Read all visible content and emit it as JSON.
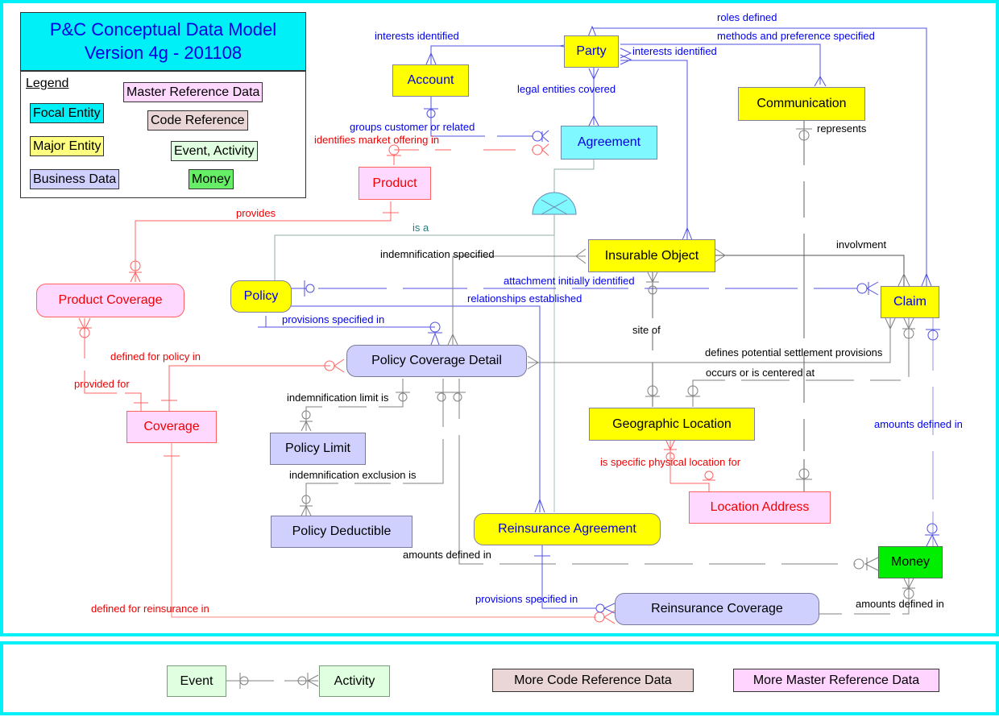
{
  "title": {
    "line1": "P&C Conceptual Data Model",
    "line2": "Version 4g - 201108"
  },
  "legend": {
    "heading": "Legend",
    "items": [
      {
        "label": "Focal Entity",
        "color": "#00f0f8"
      },
      {
        "label": "Major Entity",
        "color": "#ffff80"
      },
      {
        "label": "Business Data",
        "color": "#d0d0ff"
      },
      {
        "label": "Master Reference Data",
        "color": "#ffd8ff"
      },
      {
        "label": "Code Reference",
        "color": "#ead6d6"
      },
      {
        "label": "Event, Activity",
        "color": "#e0ffe0"
      },
      {
        "label": "Money",
        "color": "#66ee66"
      }
    ]
  },
  "entities": {
    "party": "Party",
    "account": "Account",
    "agreement": "Agreement",
    "communication": "Communication",
    "product": "Product",
    "product_coverage": "Product Coverage",
    "policy": "Policy",
    "insurable_object": "Insurable Object",
    "claim": "Claim",
    "policy_coverage_detail": "Policy Coverage Detail",
    "coverage": "Coverage",
    "policy_limit": "Policy Limit",
    "policy_deductible": "Policy Deductible",
    "geographic_location": "Geographic Location",
    "location_address": "Location Address",
    "reinsurance_agreement": "Reinsurance Agreement",
    "money": "Money",
    "reinsurance_coverage": "Reinsurance Coverage"
  },
  "relationships": {
    "interests_identified_account": "interests identified",
    "roles_defined": "roles defined",
    "methods_preference": "methods and preference specified",
    "interests_identified_party": "interests identified",
    "legal_entities_covered": "legal entities covered",
    "groups_customer": "groups customer or related",
    "identifies_market": "identifies market offering in",
    "represents": "represents",
    "provides": "provides",
    "is_a": "is a",
    "indemnification_specified": "indemnification specified",
    "involvment": "involvment",
    "attachment_initially": "attachment initially identified",
    "relationships_established": "relationships established",
    "provisions_specified_policy": "provisions specified in",
    "site_of": "site of",
    "defined_for_policy": "defined for policy in",
    "defines_settlement": "defines potential settlement provisions",
    "occurs_centered": "occurs or is centered at",
    "provided_for": "provided for",
    "indemnification_limit": "indemnification limit is",
    "amounts_defined_claim": "amounts defined in",
    "indemnification_exclusion": "indemnification exclusion is",
    "specific_physical_location": "is specific physical location for",
    "amounts_defined_left": "amounts defined in",
    "defined_for_reinsurance": "defined for reinsurance in",
    "provisions_specified_reins": "provisions specified in",
    "amounts_defined_money": "amounts defined in"
  },
  "footer": {
    "event": "Event",
    "activity": "Activity",
    "more_code_reference": "More Code Reference Data",
    "more_master_reference": "More Master Reference Data"
  }
}
